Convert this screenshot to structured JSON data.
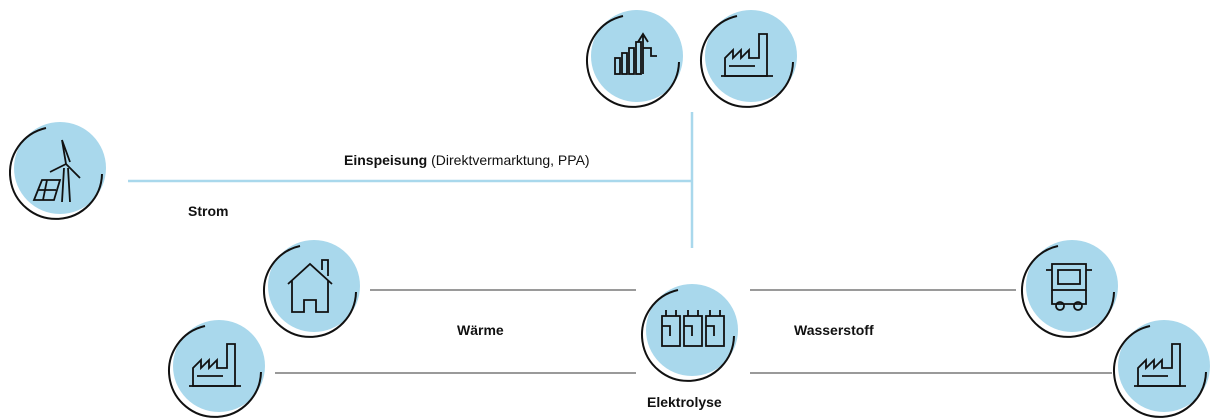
{
  "labels": {
    "einspeisung_bold": "Einspeisung",
    "einspeisung_rest": "(Direktvermarktung, PPA)",
    "strom": "Strom",
    "waerme": "Wärme",
    "wasserstoff": "Wasserstoff",
    "elektrolyse": "Elektrolyse"
  },
  "colors": {
    "icon_fill": "#a9d8ec",
    "power_line": "#a9d8ec",
    "output_line": "#9a9a9a",
    "ink": "#111111"
  },
  "icons": [
    "chart-growth-icon",
    "factory-icon",
    "wind-solar-icon",
    "house-icon",
    "factory-icon",
    "electrolyzer-icon",
    "truck-icon",
    "factory-icon"
  ]
}
